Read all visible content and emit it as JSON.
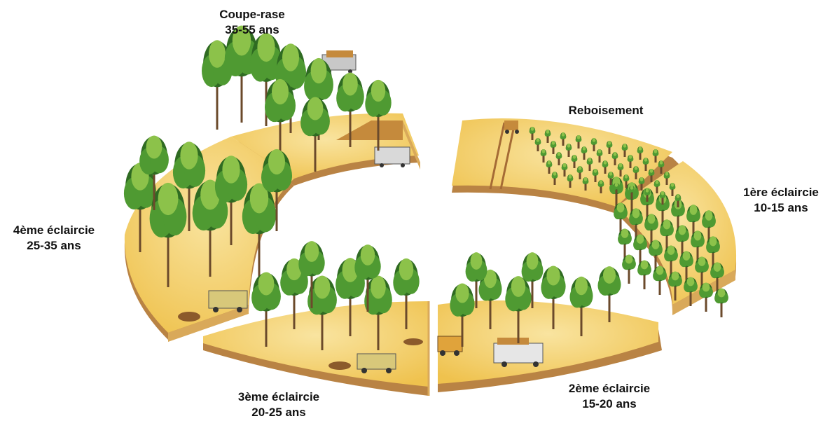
{
  "stages": [
    {
      "id": "coupe",
      "title": "Coupe-rase",
      "period": "35-55 ans"
    },
    {
      "id": "rebois",
      "title": "Reboisement",
      "period": ""
    },
    {
      "id": "e1",
      "title": "1ère éclaircie",
      "period": "10-15 ans"
    },
    {
      "id": "e2",
      "title": "2ème éclaircie",
      "period": "15-20 ans"
    },
    {
      "id": "e3",
      "title": "3ème éclaircie",
      "period": "20-25 ans"
    },
    {
      "id": "e4",
      "title": "4ème éclaircie",
      "period": "25-35 ans"
    }
  ],
  "colors": {
    "ground": "#f2cc5e",
    "ground_light": "#f7de8c",
    "soil_edge": "#d9a95a",
    "soil_dark": "#b98344",
    "tree_dark": "#2f6b22",
    "tree_mid": "#4f9a32",
    "tree_light": "#8cc24a",
    "trunk": "#6b4a2b"
  }
}
